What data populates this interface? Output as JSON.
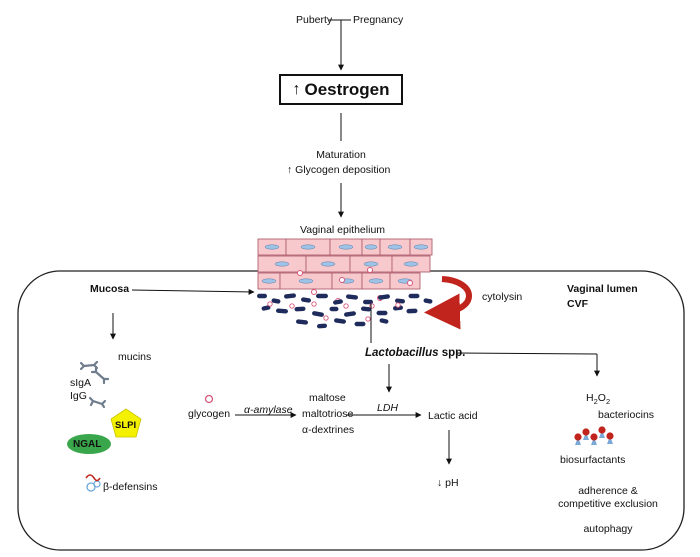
{
  "top": {
    "puberty": "Puberty",
    "pregnancy": "Pregnancy"
  },
  "oestrogen": {
    "arrow": "↑",
    "label": "Oestrogen"
  },
  "maturation": "Maturation",
  "glycogen_deposition": {
    "arrow": "↑",
    "label": "Glycogen deposition"
  },
  "vaginal_epithelium": "Vaginal epithelium",
  "mucosa": "Mucosa",
  "cytolysin": "cytolysin",
  "vaginal_lumen": "Vaginal lumen",
  "cvf": "CVF",
  "mucins": "mucins",
  "sIgA": "sIgA",
  "IgG": "IgG",
  "SLPI": "SLPI",
  "NGAL": "NGAL",
  "beta_defensins": "β-defensins",
  "lactobacillus": "Lactobacillus",
  "spp": " spp.",
  "glycogen": "glycogen",
  "alpha_amylase": "α-amylase",
  "maltose": "maltose",
  "maltotriose": "maltotriose",
  "alpha_dextrines": "α-dextrines",
  "LDH": "LDH",
  "lactic_acid": "Lactic acid",
  "ph": {
    "arrow": "↓",
    "label": "pH"
  },
  "h2o2": {
    "base": "H",
    "sub1": "2",
    "mid": "O",
    "sub2": "2"
  },
  "bacteriocins": "bacteriocins",
  "biosurfactants": "biosurfactants",
  "adherence_1": "adherence &",
  "adherence_2": "competitive exclusion",
  "autophagy": "autophagy",
  "colors": {
    "cell_fill": "#f7c8cc",
    "cell_stroke": "#b06070",
    "nucleus": "#9fc3e6",
    "bacteria": "#1f2b5b",
    "glycogen_dot": "#d9577a",
    "cytolysin_arrow": "#c0241c",
    "slpi": "#f3f000",
    "ngal": "#3aa64b"
  }
}
